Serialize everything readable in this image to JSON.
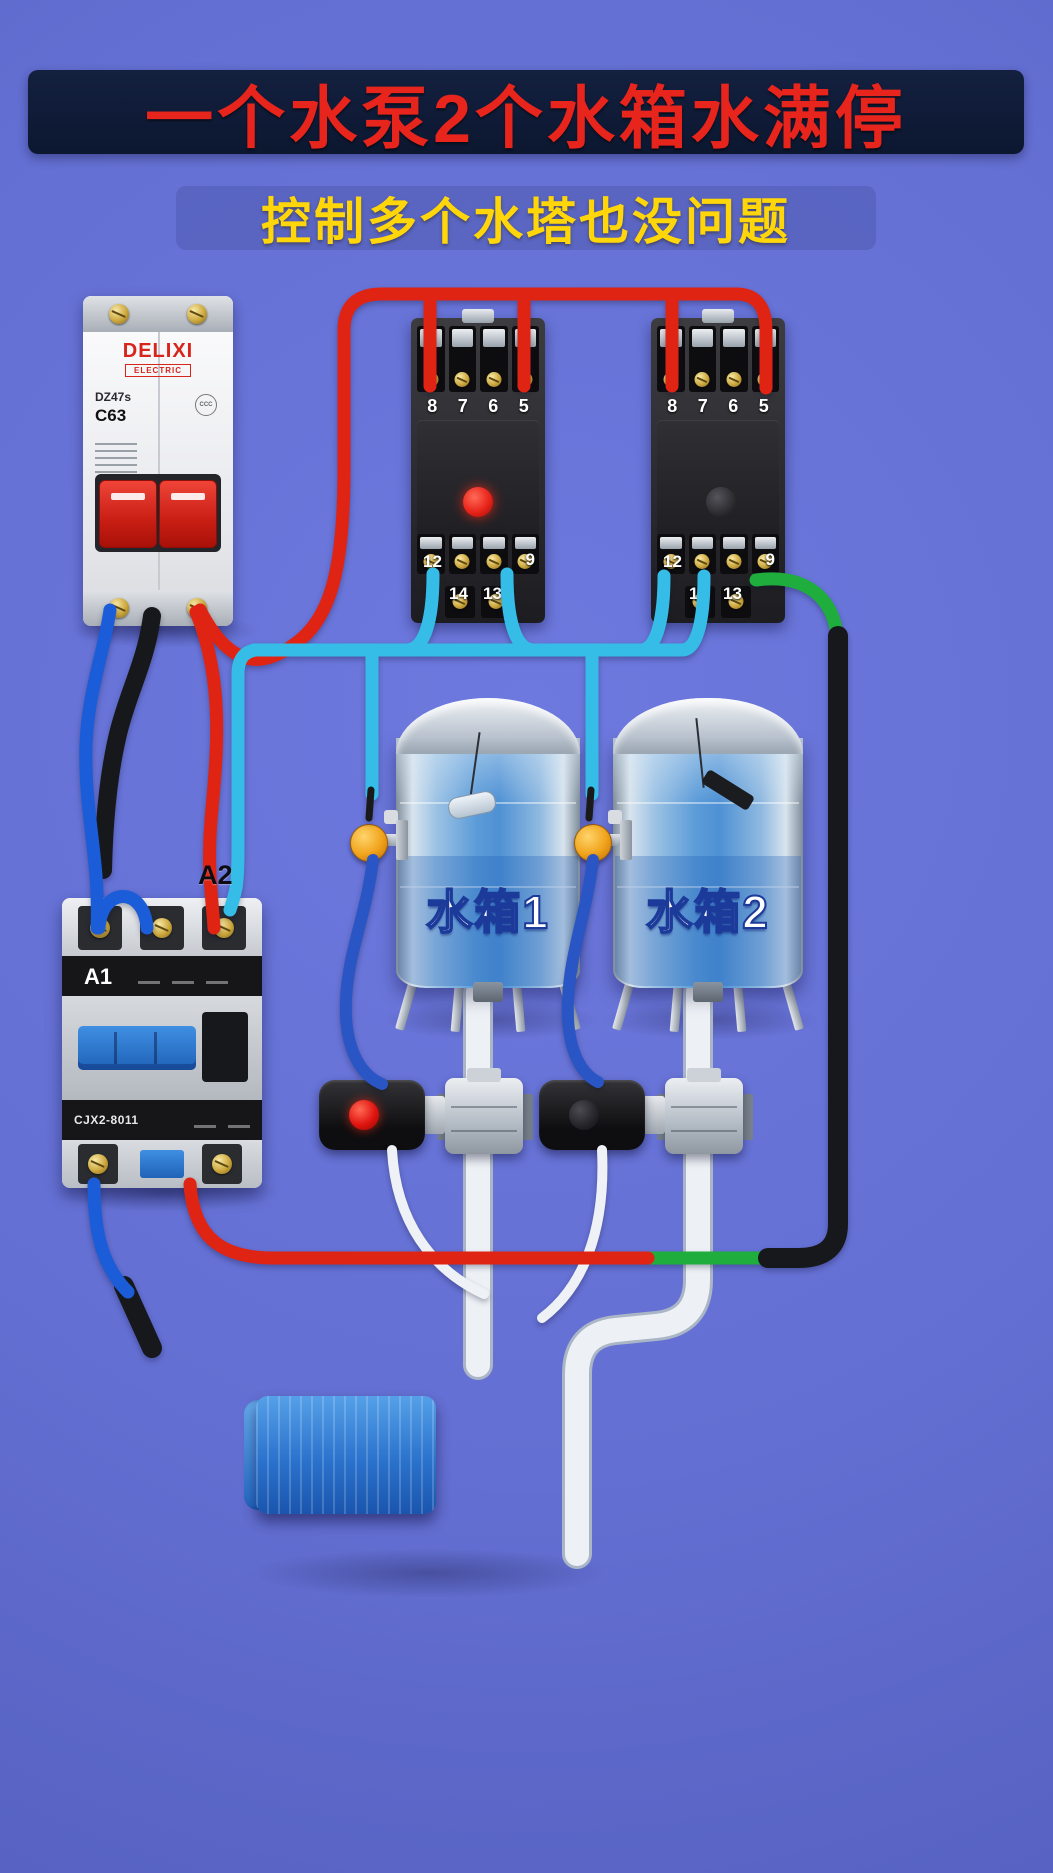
{
  "page": {
    "bg_color": "#636fd2",
    "title": "一个水泵2个水箱水满停",
    "subtitle": "控制多个水塔也没问题",
    "title_color": "#e8251c",
    "subtitle_color": "#ffd60a"
  },
  "breaker": {
    "brand": "DELIXI",
    "brand_sub": "ELECTRIC",
    "model": "DZ47s",
    "rating": "C63",
    "cert": "CCC"
  },
  "relay1": {
    "t8": "8",
    "t7": "7",
    "t6": "6",
    "t5": "5",
    "t12": "12",
    "t14": "14",
    "t13": "13",
    "t9": "9"
  },
  "relay2": {
    "t8": "8",
    "t7": "7",
    "t6": "6",
    "t5": "5",
    "t12": "12",
    "t14": "14",
    "t13": "13",
    "t9": "9"
  },
  "contactor": {
    "a2": "A2",
    "a1": "A1",
    "model": "CJX2-8011"
  },
  "tank1": {
    "label": "水箱1"
  },
  "tank2": {
    "label": "水箱2"
  },
  "wire_colors": {
    "live": "#e02414",
    "neutral": "#1b5dd8",
    "control": "#35bde8",
    "link": "#1fae3e",
    "sheathed_cable": "#17181c",
    "pipe": "#edf1f6"
  }
}
